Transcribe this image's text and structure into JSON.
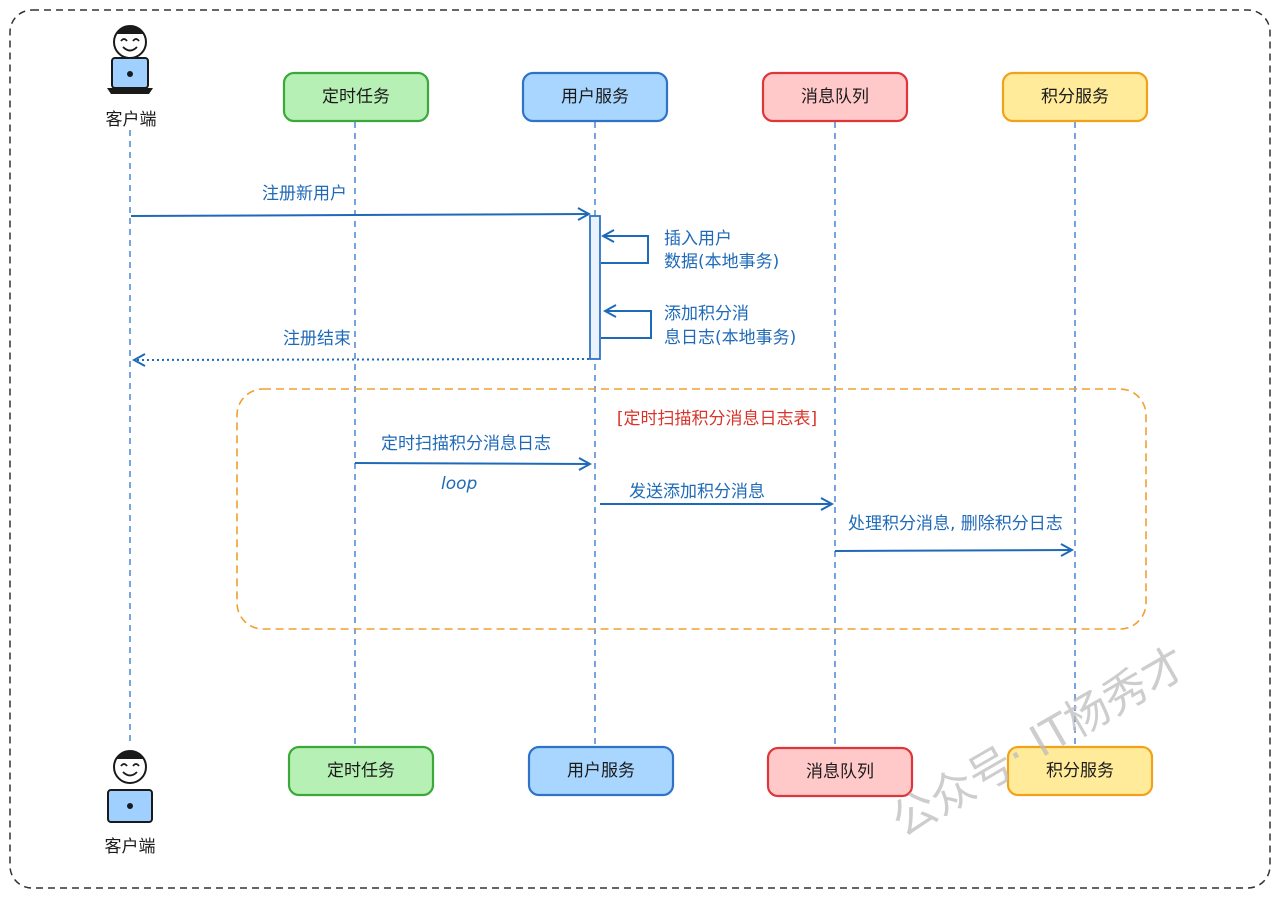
{
  "actors": {
    "client_top": "客户端",
    "client_bottom": "客户端"
  },
  "participants": [
    {
      "key": "timer",
      "label": "定时任务",
      "fill": "#b7f0b5",
      "stroke": "#3aa93a"
    },
    {
      "key": "user",
      "label": "用户服务",
      "fill": "#a9d6ff",
      "stroke": "#2f73c9"
    },
    {
      "key": "mq",
      "label": "消息队列",
      "fill": "#ffc9c9",
      "stroke": "#e0353a"
    },
    {
      "key": "points",
      "label": "积分服务",
      "fill": "#ffeb99",
      "stroke": "#f2a11b"
    }
  ],
  "messages": {
    "register": "注册新用户",
    "insert_line1": "插入用户",
    "insert_line2": "数据(本地事务)",
    "addlog_line1": "添加积分消",
    "addlog_line2": "息日志(本地事务)",
    "register_done": "注册结束",
    "scan": "定时扫描积分消息日志",
    "send": "发送添加积分消息",
    "process": "处理积分消息, 删除积分日志"
  },
  "loop": {
    "title": "[定时扫描积分消息日志表]",
    "label": "loop"
  },
  "watermark": "公众号· IT杨秀才",
  "colors": {
    "message": "#1f6ab8",
    "loop_border": "#f0a030",
    "loop_title": "#d9342b",
    "frame": "#333333"
  }
}
